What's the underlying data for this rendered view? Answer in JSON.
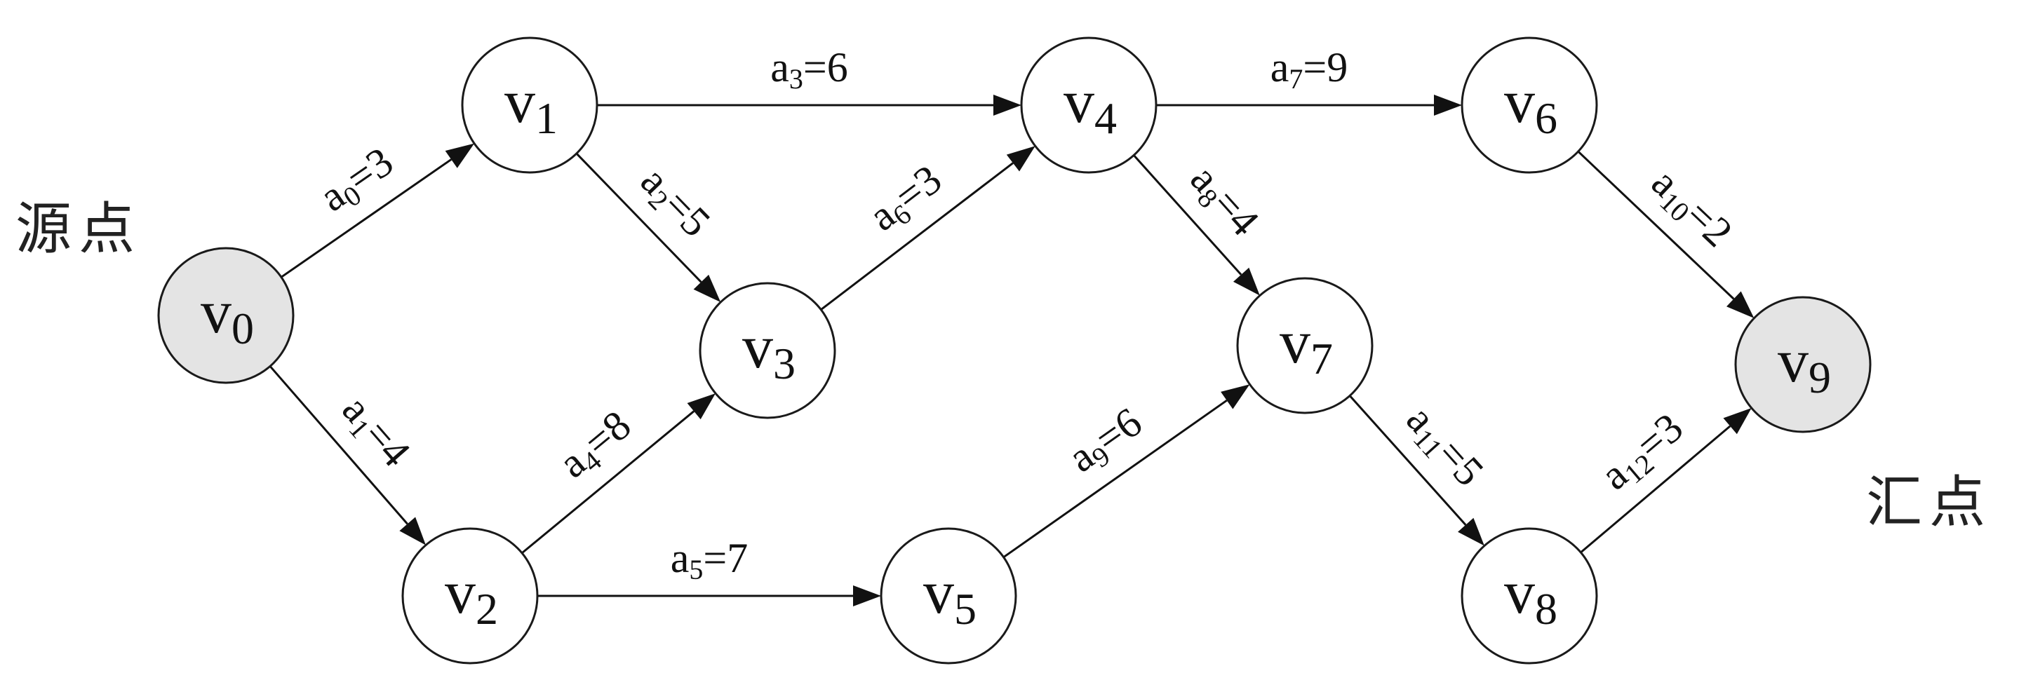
{
  "labels": {
    "source": "源点",
    "sink": "汇点"
  },
  "colors": {
    "source_sink_fill": "#e4e4e4",
    "node_fill": "#ffffff",
    "stroke": "#111111"
  },
  "nodes": [
    {
      "id": "v0",
      "base": "v",
      "sub": "0"
    },
    {
      "id": "v1",
      "base": "v",
      "sub": "1"
    },
    {
      "id": "v2",
      "base": "v",
      "sub": "2"
    },
    {
      "id": "v3",
      "base": "v",
      "sub": "3"
    },
    {
      "id": "v4",
      "base": "v",
      "sub": "4"
    },
    {
      "id": "v5",
      "base": "v",
      "sub": "5"
    },
    {
      "id": "v6",
      "base": "v",
      "sub": "6"
    },
    {
      "id": "v7",
      "base": "v",
      "sub": "7"
    },
    {
      "id": "v8",
      "base": "v",
      "sub": "8"
    },
    {
      "id": "v9",
      "base": "v",
      "sub": "9"
    }
  ],
  "edges": [
    {
      "from": "v0",
      "to": "v1",
      "base": "a",
      "sub": "0",
      "value": "=3"
    },
    {
      "from": "v0",
      "to": "v2",
      "base": "a",
      "sub": "1",
      "value": "=4"
    },
    {
      "from": "v1",
      "to": "v3",
      "base": "a",
      "sub": "2",
      "value": "=5"
    },
    {
      "from": "v1",
      "to": "v4",
      "base": "a",
      "sub": "3",
      "value": "=6"
    },
    {
      "from": "v2",
      "to": "v3",
      "base": "a",
      "sub": "4",
      "value": "=8"
    },
    {
      "from": "v2",
      "to": "v5",
      "base": "a",
      "sub": "5",
      "value": "=7"
    },
    {
      "from": "v3",
      "to": "v4",
      "base": "a",
      "sub": "6",
      "value": "=3"
    },
    {
      "from": "v4",
      "to": "v6",
      "base": "a",
      "sub": "7",
      "value": "=9"
    },
    {
      "from": "v4",
      "to": "v7",
      "base": "a",
      "sub": "8",
      "value": "=4"
    },
    {
      "from": "v5",
      "to": "v7",
      "base": "a",
      "sub": "9",
      "value": "=6"
    },
    {
      "from": "v6",
      "to": "v9",
      "base": "a",
      "sub": "10",
      "value": "=2"
    },
    {
      "from": "v7",
      "to": "v8",
      "base": "a",
      "sub": "11",
      "value": "=5"
    },
    {
      "from": "v8",
      "to": "v9",
      "base": "a",
      "sub": "12",
      "value": "=3"
    }
  ]
}
